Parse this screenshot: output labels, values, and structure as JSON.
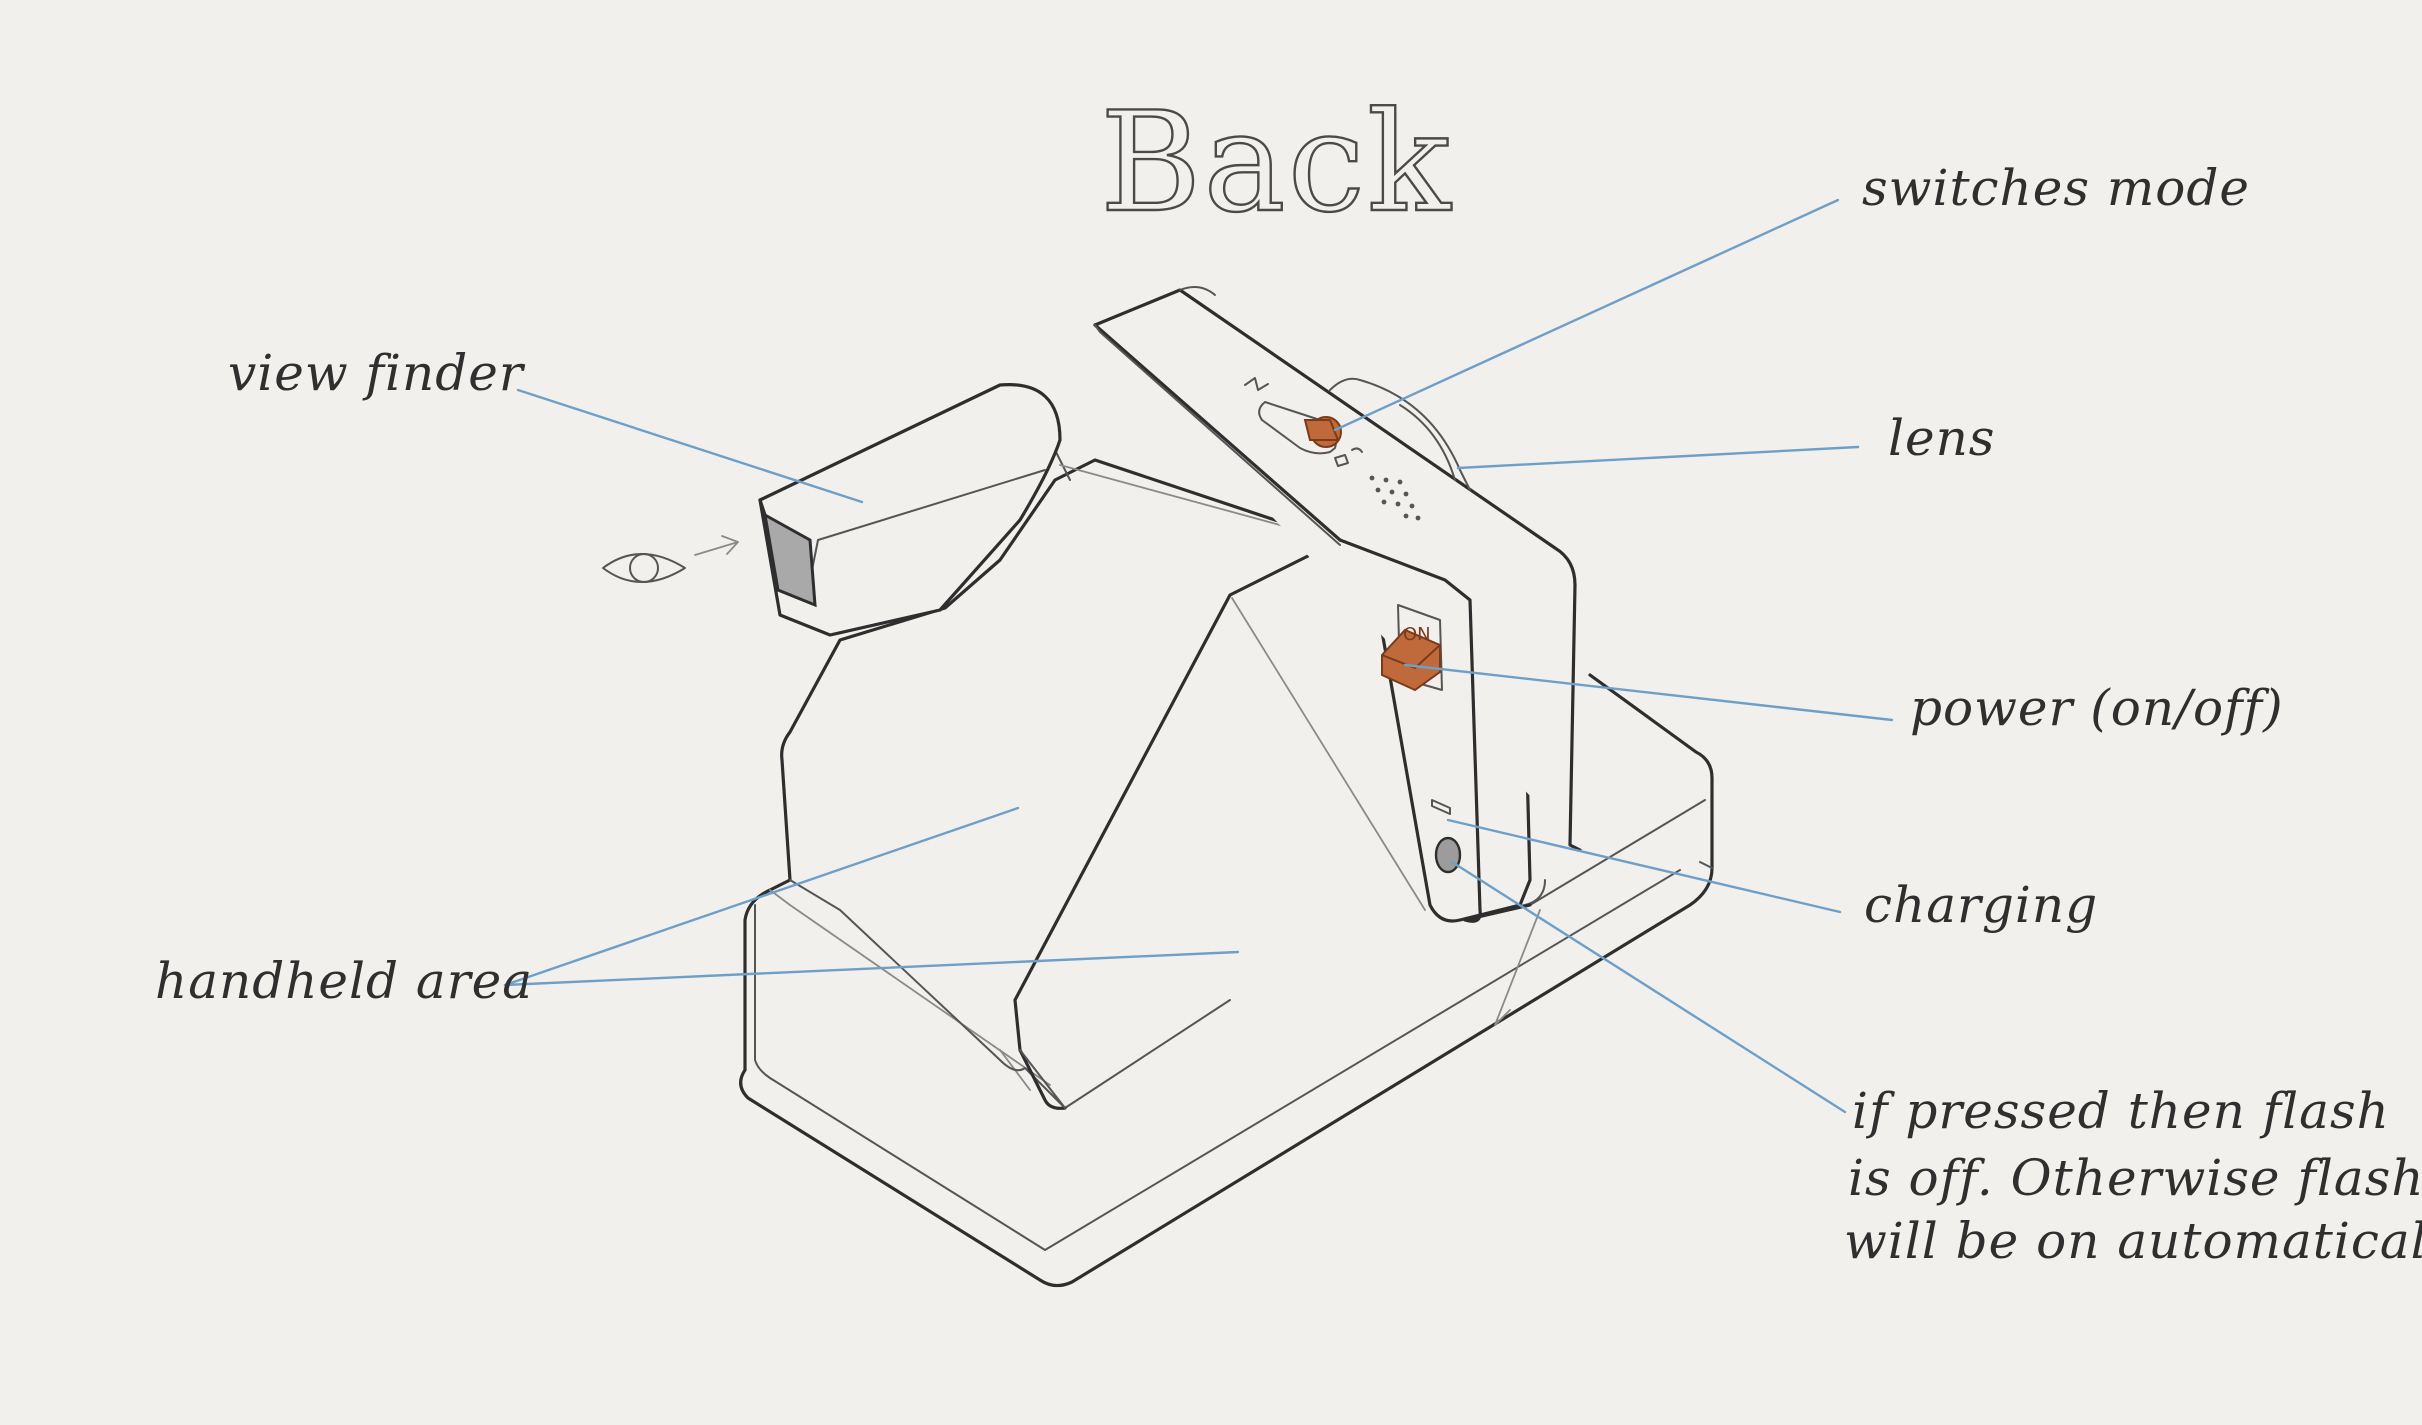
{
  "title": "Back",
  "labels": {
    "view_finder": "view finder",
    "switches_mode": "switches mode",
    "lens": "lens",
    "power": "power (on/off)",
    "charging": "charging",
    "handheld_area": "handheld area",
    "flash_note_line1": "if pressed then flash",
    "flash_note_line2": "is off. Otherwise flash",
    "flash_note_line3": "will be on automatically."
  },
  "power_switch_text": "ON",
  "colors": {
    "background": "#f2f0ec",
    "leader_lines": "#6d9fc8",
    "accent_controls": "#c0693a",
    "ink": "#2e2e2e"
  },
  "icons": [
    "eye-icon",
    "arrow-right-icon",
    "flash-icon",
    "mode-indicator-icon"
  ]
}
